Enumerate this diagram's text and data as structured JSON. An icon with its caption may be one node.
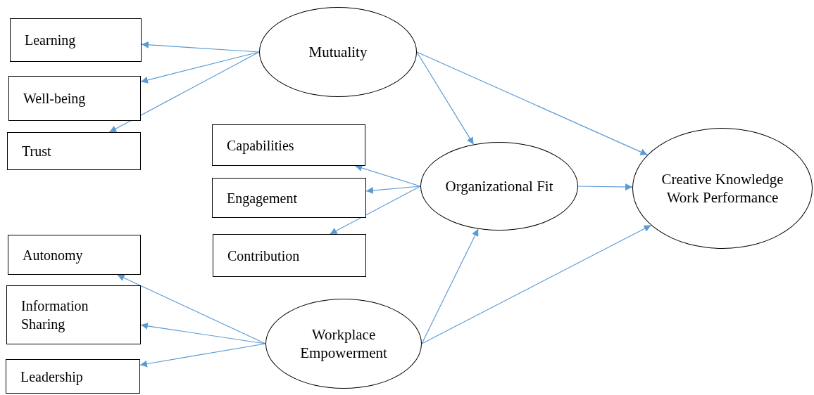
{
  "diagram": {
    "nodes": [
      {
        "text": [
          "Learning"
        ]
      },
      {
        "text": [
          "Mutuality"
        ]
      },
      {
        "text": [
          "Well-being"
        ]
      },
      {
        "text": [
          "Trust"
        ]
      },
      {
        "text": [
          "Capabilities"
        ]
      },
      {
        "text": [
          "Organizational Fit"
        ]
      },
      {
        "text": [
          "Creative Knowledge Work Performance"
        ]
      },
      {
        "text": [
          "Engagement"
        ]
      },
      {
        "text": [
          "Contribution"
        ]
      },
      {
        "text": [
          "Autonomy"
        ]
      },
      {
        "text": [
          "Information Sharing"
        ]
      },
      {
        "text": [
          "Workplace Empowerment"
        ]
      },
      {
        "text": [
          "Leadership"
        ]
      }
    ],
    "edges": [
      {
        "from": 1,
        "to": 0,
        "arrow": "to"
      },
      {
        "from": 1,
        "to": 2,
        "arrow": "to"
      },
      {
        "from": 1,
        "to": 3,
        "arrow": "to"
      },
      {
        "from": 1,
        "to": 5,
        "arrow": "to"
      },
      {
        "from": 1,
        "to": 6,
        "arrow": "to"
      },
      {
        "from": 5,
        "to": 4,
        "arrow": "to"
      },
      {
        "from": 5,
        "to": 7,
        "arrow": "to"
      },
      {
        "from": 5,
        "to": 8,
        "arrow": "to"
      },
      {
        "from": 5,
        "to": 6,
        "arrow": "to"
      },
      {
        "from": 11,
        "to": 9,
        "arrow": "to"
      },
      {
        "from": 11,
        "to": 10,
        "arrow": "to"
      },
      {
        "from": 11,
        "to": 12,
        "arrow": "to"
      },
      {
        "from": 11,
        "to": 5,
        "arrow": "to"
      },
      {
        "from": 11,
        "to": 6,
        "arrow": "to"
      }
    ]
  }
}
